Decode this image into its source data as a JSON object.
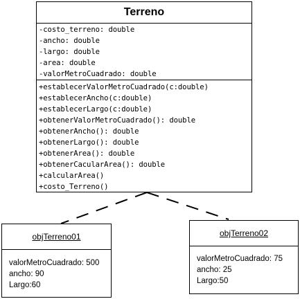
{
  "class": {
    "name": "Terreno",
    "attributes": [
      "-costo_terreno: double",
      "-ancho: double",
      "-largo: double",
      "-area: double",
      "-valorMetroCuadrado: double"
    ],
    "methods": [
      "+establecerValorMetroCuadrado(c:double)",
      "+establecerAncho(c:double)",
      "+establecerLargo(c:double)",
      "+obtenerValorMetroCuadrado(): double",
      "+obtenerAncho(): double",
      "+obtenerLargo(): double",
      "+obtenerArea(): double",
      "+obtenerCacularArea(): double",
      "+calcularArea()",
      "+costo_Terreno()"
    ]
  },
  "objects": [
    {
      "name": "objTerreno01",
      "fields": [
        "valorMetroCuadrado: 500",
        "ancho: 90",
        "Largo:60"
      ]
    },
    {
      "name": "objTerreno02",
      "fields": [
        "valorMetroCuadrado: 75",
        "ancho: 25",
        "Largo:50"
      ]
    }
  ]
}
